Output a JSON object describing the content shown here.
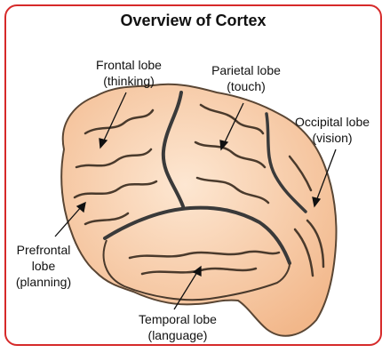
{
  "title": "Overview of Cortex",
  "colors": {
    "border": "#d62a2a",
    "brain_fill": "#f7c9a0",
    "brain_highlight": "#fde6d0",
    "sulcus": "#3a3a3a"
  },
  "labels": {
    "frontal": {
      "name": "Frontal lobe",
      "function": "(thinking)"
    },
    "parietal": {
      "name": "Parietal lobe",
      "function": "(touch)"
    },
    "occipital": {
      "name": "Occipital lobe",
      "function": "(vision)"
    },
    "prefrontal": {
      "line1": "Prefrontal",
      "line2": "lobe",
      "line3": "(planning)"
    },
    "temporal": {
      "name": "Temporal lobe",
      "function": "(language)"
    }
  }
}
